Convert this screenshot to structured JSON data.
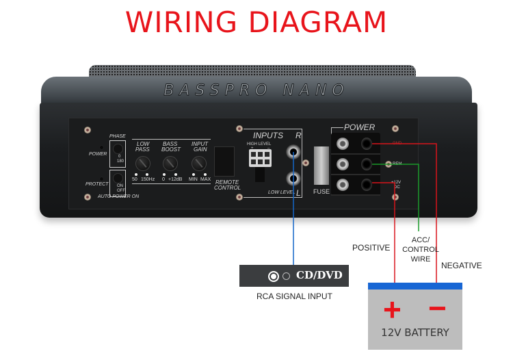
{
  "title": "WIRING DIAGRAM",
  "device": {
    "brand": "BASSPRO NANO",
    "panel": {
      "power_led": "POWER",
      "protect_led": "PROTECT",
      "auto_power_on": "AUTO POWER ON",
      "phase": {
        "label": "PHASE",
        "options": [
          "0",
          "180"
        ]
      },
      "auto_switch": {
        "options": [
          "ON",
          "OFF"
        ]
      },
      "knobs": [
        {
          "label_line1": "LOW",
          "label_line2": "PASS",
          "min": "50",
          "max": "150Hz"
        },
        {
          "label_line1": "BASS",
          "label_line2": "BOOST",
          "min": "0",
          "max": "+12dB"
        },
        {
          "label_line1": "INPUT",
          "label_line2": "GAIN",
          "min": "MIN",
          "max": "MAX"
        }
      ],
      "remote": {
        "line1": "REMOTE",
        "line2": "CONTROL"
      },
      "inputs": {
        "label": "INPUTS",
        "right": "R",
        "left": "L",
        "high_level": "HIGH LEVEL",
        "plus": "+",
        "minus": "–",
        "low_level": "LOW LEVEL"
      },
      "fuse": "FUSE",
      "power": {
        "label": "POWER",
        "gnd": "GND",
        "rem": "REM",
        "v12_line1": "+12V",
        "v12_line2": "DC"
      }
    }
  },
  "labels": {
    "positive": "POSITIVE",
    "acc_line1": "ACC/",
    "acc_line2": "CONTROL",
    "acc_line3": "WIRE",
    "negative": "NEGATIVE",
    "rca": "RCA SIGNAL INPUT"
  },
  "source": {
    "label": "CD/DVD"
  },
  "battery": {
    "plus": "+",
    "minus": "−",
    "label": "12V BATTERY"
  },
  "colors": {
    "title": "#e8141b",
    "positive_wire": "#d9141b",
    "negative_wire": "#d9141b",
    "acc_wire": "#1a9a2a",
    "signal_wire": "#1466c8",
    "battery_top": "#1866d4",
    "battery_body": "#bdbdbd"
  }
}
